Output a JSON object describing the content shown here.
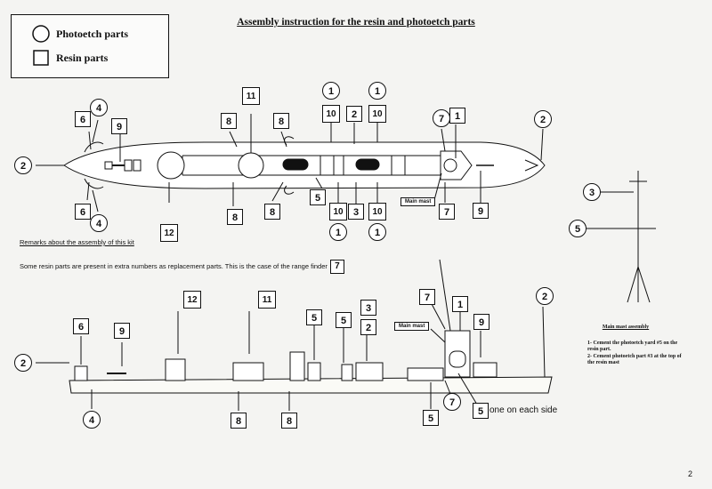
{
  "title": "Assembly instruction for the resin and photoetch parts",
  "legend": {
    "photoetch": "Photoetch parts",
    "resin": "Resin parts"
  },
  "remarks": {
    "heading": "Remarks about the assembly of this kit",
    "text": "Some resin parts are present in extra numbers as replacement parts. This is the case of the range finder",
    "part": "7"
  },
  "labels": {
    "main_mast": "Main mast",
    "one_each_side": "one on each side",
    "page_number": "2"
  },
  "main_mast_assembly": {
    "title": "Main mast assembly",
    "step1": "1- Cement the photoetch yard #5 on the resin part.",
    "step2": "2- Cement photoetch part #3 at the top of the resin mast"
  },
  "top_view_callouts": [
    {
      "n": "2",
      "kind": "circle"
    },
    {
      "n": "6",
      "kind": "square"
    },
    {
      "n": "4",
      "kind": "circle"
    },
    {
      "n": "9",
      "kind": "square"
    },
    {
      "n": "6",
      "kind": "square"
    },
    {
      "n": "4",
      "kind": "circle"
    },
    {
      "n": "12",
      "kind": "square"
    },
    {
      "n": "11",
      "kind": "square"
    },
    {
      "n": "8",
      "kind": "square"
    },
    {
      "n": "8",
      "kind": "square"
    },
    {
      "n": "8",
      "kind": "square"
    },
    {
      "n": "8",
      "kind": "square"
    },
    {
      "n": "1",
      "kind": "circle"
    },
    {
      "n": "10",
      "kind": "square"
    },
    {
      "n": "2",
      "kind": "square"
    },
    {
      "n": "1",
      "kind": "circle"
    },
    {
      "n": "10",
      "kind": "square"
    },
    {
      "n": "5",
      "kind": "square"
    },
    {
      "n": "10",
      "kind": "square"
    },
    {
      "n": "3",
      "kind": "square"
    },
    {
      "n": "10",
      "kind": "square"
    },
    {
      "n": "1",
      "kind": "circle"
    },
    {
      "n": "1",
      "kind": "circle"
    },
    {
      "n": "7",
      "kind": "circle"
    },
    {
      "n": "1",
      "kind": "square"
    },
    {
      "n": "7",
      "kind": "square"
    },
    {
      "n": "9",
      "kind": "square"
    },
    {
      "n": "2",
      "kind": "circle"
    }
  ],
  "mast_callouts": [
    {
      "n": "3",
      "kind": "circle"
    },
    {
      "n": "5",
      "kind": "circle"
    }
  ],
  "side_view_callouts": [
    {
      "n": "2",
      "kind": "circle"
    },
    {
      "n": "6",
      "kind": "square"
    },
    {
      "n": "9",
      "kind": "square"
    },
    {
      "n": "4",
      "kind": "circle"
    },
    {
      "n": "12",
      "kind": "square"
    },
    {
      "n": "11",
      "kind": "square"
    },
    {
      "n": "8",
      "kind": "square"
    },
    {
      "n": "8",
      "kind": "square"
    },
    {
      "n": "5",
      "kind": "square"
    },
    {
      "n": "5",
      "kind": "square"
    },
    {
      "n": "3",
      "kind": "square"
    },
    {
      "n": "2",
      "kind": "square"
    },
    {
      "n": "7",
      "kind": "square"
    },
    {
      "n": "1",
      "kind": "square"
    },
    {
      "n": "9",
      "kind": "square"
    },
    {
      "n": "7",
      "kind": "circle"
    },
    {
      "n": "5",
      "kind": "square"
    },
    {
      "n": "5",
      "kind": "square"
    },
    {
      "n": "2",
      "kind": "circle"
    }
  ]
}
